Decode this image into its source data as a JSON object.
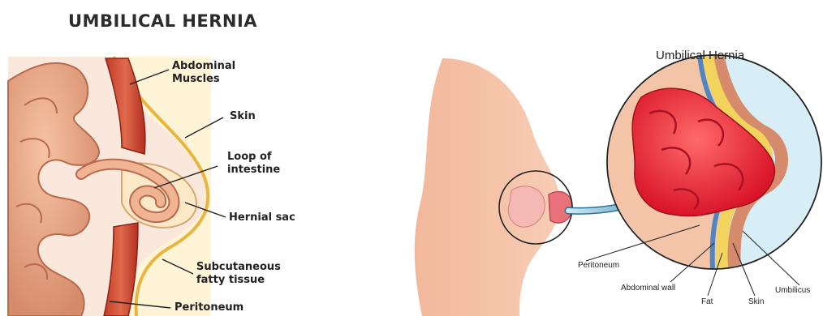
{
  "left": {
    "title": "UMBILICAL HERNIA",
    "labels": {
      "abdominal_muscles_1": "Abdominal",
      "abdominal_muscles_2": "Muscles",
      "skin": "Skin",
      "loop_1": "Loop of",
      "loop_2": "intestine",
      "hernial_sac": "Hernial sac",
      "subcutaneous_1": "Subcutaneous",
      "subcutaneous_2": "fatty tissue",
      "peritoneum": "Peritoneum"
    }
  },
  "right": {
    "title": "Umbilical Hernia",
    "labels": {
      "peritoneum": "Peritoneum",
      "abdominal_wall": "Abdominal wall",
      "fat": "Fat",
      "skin": "Skin",
      "umbilicus": "Umbilicus"
    }
  }
}
